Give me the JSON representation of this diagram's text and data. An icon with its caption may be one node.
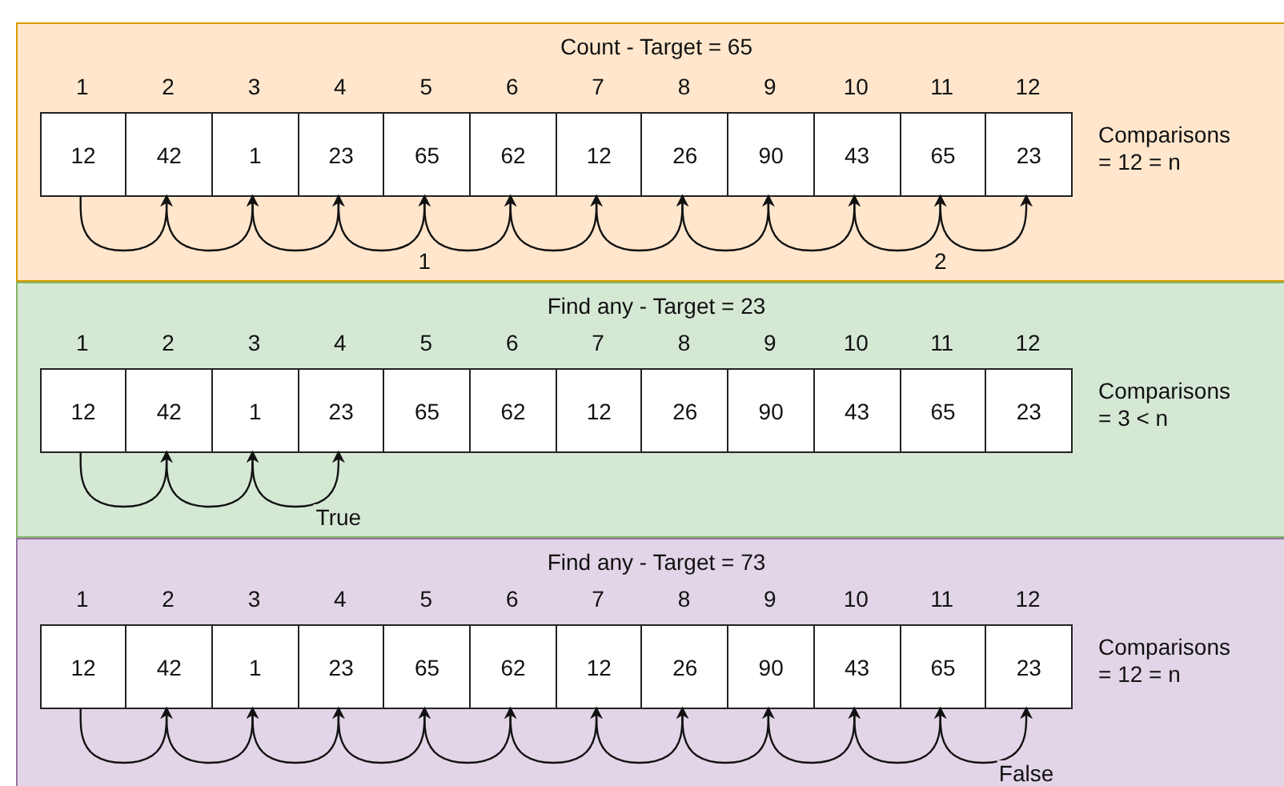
{
  "diagram": {
    "nodes": [
      {
        "text": [
          "Count - Target = 65",
          "Comparisons = 12 = n"
        ]
      },
      {
        "text": [
          "12"
        ],
        "in": 0,
        "beside": [
          "1"
        ]
      },
      {
        "text": [
          "42"
        ],
        "in": 0,
        "beside": [
          "2"
        ]
      },
      {
        "text": [
          "1"
        ],
        "in": 0,
        "beside": [
          "3"
        ]
      },
      {
        "text": [
          "23"
        ],
        "in": 0,
        "beside": [
          "4"
        ]
      },
      {
        "text": [
          "65"
        ],
        "in": 0,
        "beside": [
          "5"
        ]
      },
      {
        "text": [
          "62"
        ],
        "in": 0,
        "beside": [
          "6"
        ]
      },
      {
        "text": [
          "12"
        ],
        "in": 0,
        "beside": [
          "7"
        ]
      },
      {
        "text": [
          "26"
        ],
        "in": 0,
        "beside": [
          "8"
        ]
      },
      {
        "text": [
          "90"
        ],
        "in": 0,
        "beside": [
          "9"
        ]
      },
      {
        "text": [
          "43"
        ],
        "in": 0,
        "beside": [
          "10"
        ]
      },
      {
        "text": [
          "65"
        ],
        "in": 0,
        "beside": [
          "11"
        ]
      },
      {
        "text": [
          "23"
        ],
        "in": 0,
        "beside": [
          "12"
        ]
      },
      {
        "text": [
          "Find any - Target = 23",
          "Comparisons = 3 < n"
        ]
      },
      {
        "text": [
          "12"
        ],
        "in": 13,
        "beside": [
          "1"
        ]
      },
      {
        "text": [
          "42"
        ],
        "in": 13,
        "beside": [
          "2"
        ]
      },
      {
        "text": [
          "1"
        ],
        "in": 13,
        "beside": [
          "3"
        ]
      },
      {
        "text": [
          "23"
        ],
        "in": 13,
        "beside": [
          "4"
        ]
      },
      {
        "text": [
          "65"
        ],
        "in": 13,
        "beside": [
          "5"
        ]
      },
      {
        "text": [
          "62"
        ],
        "in": 13,
        "beside": [
          "6"
        ]
      },
      {
        "text": [
          "12"
        ],
        "in": 13,
        "beside": [
          "7"
        ]
      },
      {
        "text": [
          "26"
        ],
        "in": 13,
        "beside": [
          "8"
        ]
      },
      {
        "text": [
          "90"
        ],
        "in": 13,
        "beside": [
          "9"
        ]
      },
      {
        "text": [
          "43"
        ],
        "in": 13,
        "beside": [
          "10"
        ]
      },
      {
        "text": [
          "65"
        ],
        "in": 13,
        "beside": [
          "11"
        ]
      },
      {
        "text": [
          "23"
        ],
        "in": 13,
        "beside": [
          "12"
        ]
      },
      {
        "text": [
          "Find any - Target = 73",
          "Comparisons = 12 = n"
        ]
      },
      {
        "text": [
          "12"
        ],
        "in": 26,
        "beside": [
          "1"
        ]
      },
      {
        "text": [
          "42"
        ],
        "in": 26,
        "beside": [
          "2"
        ]
      },
      {
        "text": [
          "1"
        ],
        "in": 26,
        "beside": [
          "3"
        ]
      },
      {
        "text": [
          "23"
        ],
        "in": 26,
        "beside": [
          "4"
        ]
      },
      {
        "text": [
          "65"
        ],
        "in": 26,
        "beside": [
          "5"
        ]
      },
      {
        "text": [
          "62"
        ],
        "in": 26,
        "beside": [
          "6"
        ]
      },
      {
        "text": [
          "12"
        ],
        "in": 26,
        "beside": [
          "7"
        ]
      },
      {
        "text": [
          "26"
        ],
        "in": 26,
        "beside": [
          "8"
        ]
      },
      {
        "text": [
          "90"
        ],
        "in": 26,
        "beside": [
          "9"
        ]
      },
      {
        "text": [
          "43"
        ],
        "in": 26,
        "beside": [
          "10"
        ]
      },
      {
        "text": [
          "65"
        ],
        "in": 26,
        "beside": [
          "11"
        ]
      },
      {
        "text": [
          "23"
        ],
        "in": 26,
        "beside": [
          "12"
        ]
      }
    ],
    "edges": [
      {
        "from": 1,
        "to": 2,
        "arrow": "to"
      },
      {
        "from": 2,
        "to": 3,
        "arrow": "to"
      },
      {
        "from": 3,
        "to": 4,
        "arrow": "to"
      },
      {
        "from": 4,
        "to": 5,
        "arrow": "to",
        "label": "1"
      },
      {
        "from": 5,
        "to": 6,
        "arrow": "to"
      },
      {
        "from": 6,
        "to": 7,
        "arrow": "to"
      },
      {
        "from": 7,
        "to": 8,
        "arrow": "to"
      },
      {
        "from": 8,
        "to": 9,
        "arrow": "to"
      },
      {
        "from": 9,
        "to": 10,
        "arrow": "to"
      },
      {
        "from": 10,
        "to": 11,
        "arrow": "to",
        "label": "2"
      },
      {
        "from": 11,
        "to": 12,
        "arrow": "to"
      },
      {
        "from": 14,
        "to": 15,
        "arrow": "to"
      },
      {
        "from": 15,
        "to": 16,
        "arrow": "to"
      },
      {
        "from": 16,
        "to": 17,
        "arrow": "to",
        "label": "True"
      },
      {
        "from": 27,
        "to": 28,
        "arrow": "to"
      },
      {
        "from": 28,
        "to": 29,
        "arrow": "to"
      },
      {
        "from": 29,
        "to": 30,
        "arrow": "to"
      },
      {
        "from": 30,
        "to": 31,
        "arrow": "to"
      },
      {
        "from": 31,
        "to": 32,
        "arrow": "to"
      },
      {
        "from": 32,
        "to": 33,
        "arrow": "to"
      },
      {
        "from": 33,
        "to": 34,
        "arrow": "to"
      },
      {
        "from": 34,
        "to": 35,
        "arrow": "to"
      },
      {
        "from": 35,
        "to": 36,
        "arrow": "to"
      },
      {
        "from": 36,
        "to": 37,
        "arrow": "to"
      },
      {
        "from": 37,
        "to": 38,
        "arrow": "to",
        "label": "False"
      }
    ]
  }
}
